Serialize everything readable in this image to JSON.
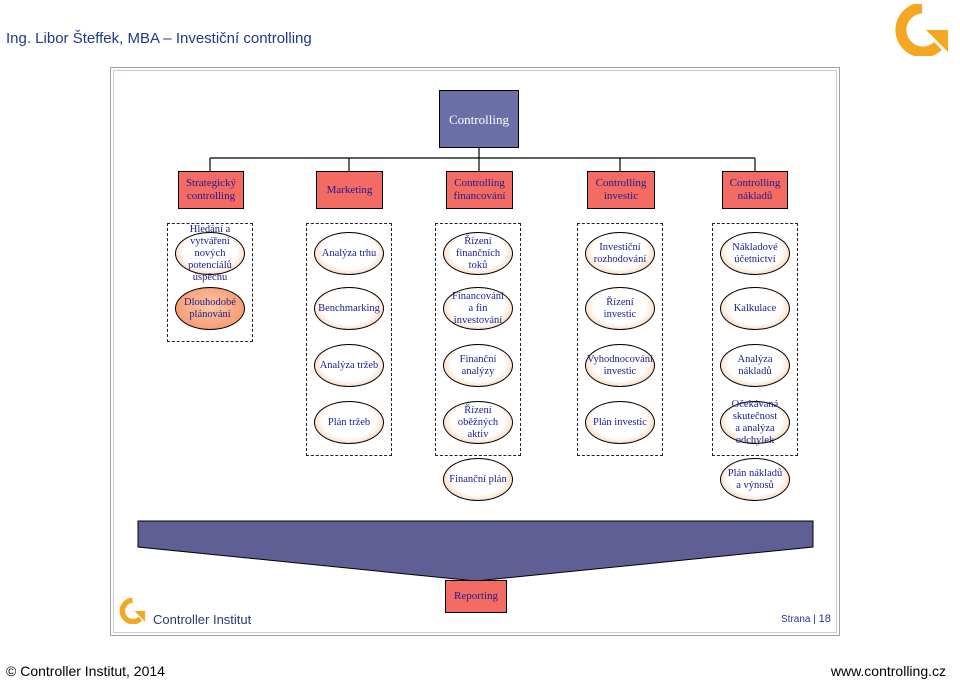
{
  "header": {
    "title": "Ing. Libor Šteffek, MBA – Investiční controlling"
  },
  "diagram": {
    "root": "Controlling",
    "areas": [
      "Strategický\ncontrolling",
      "Marketing",
      "Controlling\nfinancování",
      "Controlling\ninvestic",
      "Controlling\nnákladů"
    ],
    "columns": [
      [
        "Hledání a vytváření\nnových potenciálů\núspěchu",
        "Dlouhodobé\nplánování"
      ],
      [
        "Analýza trhu",
        "Benchmarking",
        "Analýza tržeb",
        "Plán tržeb"
      ],
      [
        "Řízení\nfinančních\ntoků",
        "Financování\na fin\ninvestování",
        "Finanční\nanalýzy",
        "Řízení\noběžných\naktiv",
        "Finanční plán"
      ],
      [
        "Investiční\nrozhodování",
        "Řízení\ninvestic",
        "Vyhodnocování\ninvestic",
        "Plán investic"
      ],
      [
        "Nákladové\núčetnictví",
        "Kalkulace",
        "Analýza\nnákladů",
        "Očekávaná skutečnost\na analýza\nodchylek",
        "Plán nákladů\na výnosů"
      ]
    ],
    "output": "Reporting"
  },
  "slide_footer": {
    "logo_text": "Controller Institut",
    "page_label": "Strana",
    "page_number": "18"
  },
  "footer": {
    "left": "© Controller Institut, 2014",
    "right": "www.controlling.cz"
  },
  "colors": {
    "accent_red": "#f36b63",
    "root_blue": "#6a6fa8",
    "arrow_blue": "#5f5f96",
    "logo_orange": "#f5a623"
  }
}
